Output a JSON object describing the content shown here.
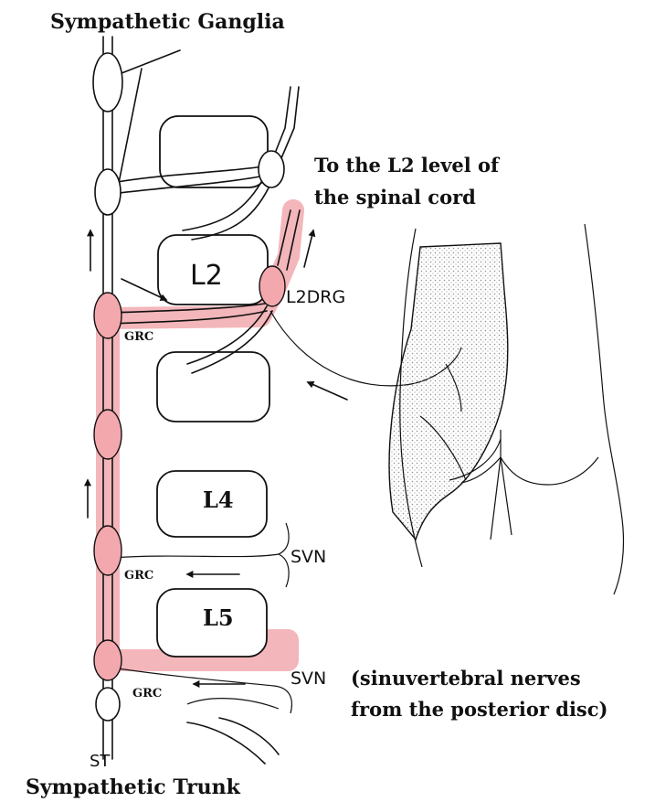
{
  "labels": {
    "sympathetic_ganglia": "Sympathetic Ganglia",
    "to_l2_line1": "To the L2  level of",
    "to_l2_line2": "the spinal cord",
    "l2": "L2",
    "l2drg": "L2DRG",
    "l4": "L4",
    "l5": "L5",
    "grc": "GRC",
    "svn": "SVN",
    "svn_note_line1": "(sinuvertebral nerves",
    "svn_note_line2": "from the posterior disc)",
    "st": "ST",
    "sympathetic_trunk": "Sympathetic Trunk"
  },
  "colors": {
    "highlight": "#f2aeb3",
    "ganglion_highlight": "#f3a8ad",
    "stipple": "#9a9a9a"
  }
}
